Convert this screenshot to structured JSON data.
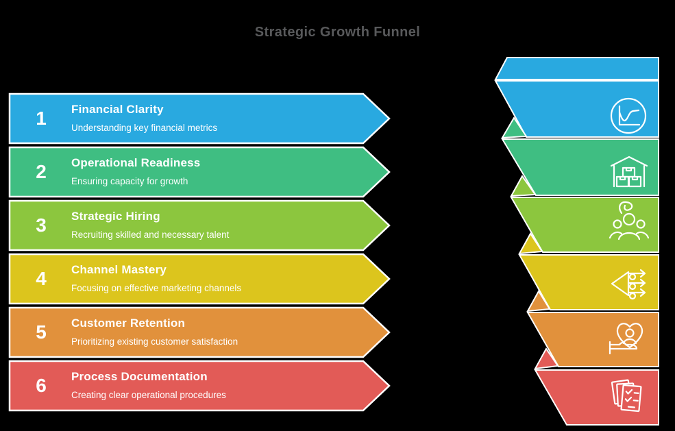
{
  "title": "Strategic Growth Funnel",
  "colors": {
    "background": "#000000",
    "title_text": "#58595B",
    "step_text": "#FFFFFF",
    "outline": "#FFFFFF"
  },
  "steps": [
    {
      "number": "1",
      "title": "Financial Clarity",
      "subtitle": "Understanding key financial metrics",
      "color": "#29A9E0",
      "icon": "trend-chart-icon"
    },
    {
      "number": "2",
      "title": "Operational Readiness",
      "subtitle": "Ensuring capacity for growth",
      "color": "#3FBE82",
      "icon": "warehouse-icon"
    },
    {
      "number": "3",
      "title": "Strategic Hiring",
      "subtitle": "Recruiting skilled and necessary talent",
      "color": "#8CC63E",
      "icon": "team-icon"
    },
    {
      "number": "4",
      "title": "Channel Mastery",
      "subtitle": "Focusing on effective marketing channels",
      "color": "#DCC51D",
      "icon": "channels-icon"
    },
    {
      "number": "5",
      "title": "Customer Retention",
      "subtitle": "Prioritizing existing customer satisfaction",
      "color": "#E1913C",
      "icon": "heart-person-icon"
    },
    {
      "number": "6",
      "title": "Process Documentation",
      "subtitle": "Creating clear operational procedures",
      "color": "#E25B57",
      "icon": "checklist-documents-icon"
    }
  ]
}
